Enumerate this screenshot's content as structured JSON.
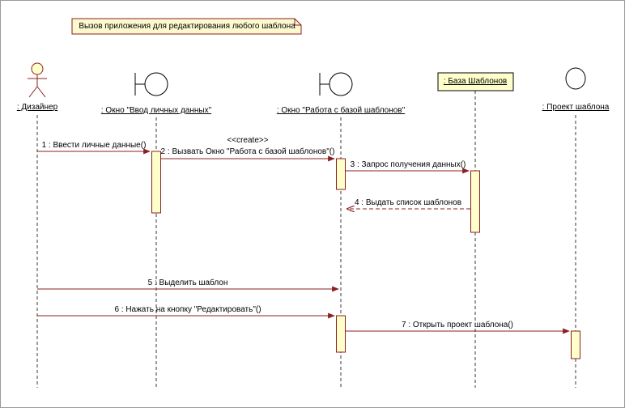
{
  "diagram": {
    "type": "uml-sequence-diagram",
    "note": {
      "text": "Вызов приложения для редактирования любого шаблона"
    },
    "lifelines": [
      {
        "label": ": Дизайнер",
        "kind": "actor"
      },
      {
        "label": ": Окно \"Ввод личных данных\"",
        "kind": "boundary"
      },
      {
        "label": ": Окно \"Работа с базой шаблонов\"",
        "kind": "boundary"
      },
      {
        "label": ": База Шаблонов",
        "kind": "object"
      },
      {
        "label": ": Проект шаблона",
        "kind": "entity"
      }
    ],
    "messages": [
      {
        "label": "1 : Ввести личные данные()",
        "from": 0,
        "to": 1,
        "style": "sync"
      },
      {
        "stereotype": "<<create>>",
        "label": "2 : Вызвать Окно \"Работа с базой шаблонов\"()",
        "from": 1,
        "to": 2,
        "style": "sync"
      },
      {
        "label": "3 : Запрос получения данных()",
        "from": 2,
        "to": 3,
        "style": "sync"
      },
      {
        "label": "4 : Выдать список шаблонов",
        "from": 3,
        "to": 2,
        "style": "return"
      },
      {
        "label": "5 : Выделить шаблон",
        "from": 0,
        "to": 2,
        "style": "sync"
      },
      {
        "label": "6 : Нажать на кнопку \"Редактировать\"()",
        "from": 0,
        "to": 2,
        "style": "sync"
      },
      {
        "label": "7 : Открыть проект шаблона()",
        "from": 2,
        "to": 4,
        "style": "sync"
      }
    ],
    "colors": {
      "message_line": "#8b2020",
      "activation_fill": "#ffffcc",
      "activation_border": "#8b2020",
      "note_fill": "#fcf9cf",
      "note_border": "#8b2020",
      "object_box_fill": "#ffffcc",
      "shape_stroke": "#000000",
      "lifeline": "#3a3a3a",
      "text": "#000000"
    }
  }
}
